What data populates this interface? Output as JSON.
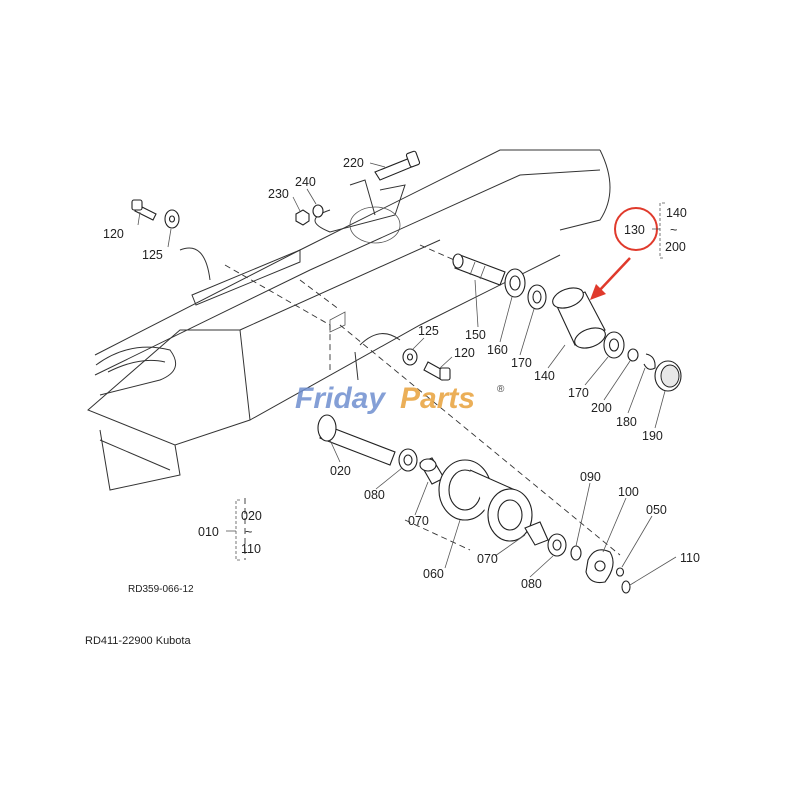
{
  "watermark": {
    "brand_a": "Friday",
    "brand_b": "Parts",
    "registered": "®",
    "color_a": "#6f8fd0",
    "color_b": "#e8a23c"
  },
  "labels": {
    "p220": "220",
    "p240": "240",
    "p230": "230",
    "p120a": "120",
    "p125a": "125",
    "p130": "130",
    "p140": "140",
    "tilde": "~",
    "p200": "200",
    "p150": "150",
    "p160": "160",
    "p170a": "170",
    "p140b": "140",
    "p170b": "170",
    "p200b": "200",
    "p180": "180",
    "p190": "190",
    "p125b": "125",
    "p120b": "120",
    "p020": "020",
    "p080a": "080",
    "p070a": "070",
    "p060": "060",
    "p070b": "070",
    "p080b": "080",
    "p090": "090",
    "p100": "100",
    "p050": "050",
    "p110": "110",
    "p010": "010",
    "p020b": "020",
    "tilde2": "~",
    "p110b": "110"
  },
  "figure_code": "RD359-066-12",
  "caption": "RD411-22900 Kubota",
  "highlight_color": "#e03a2c"
}
